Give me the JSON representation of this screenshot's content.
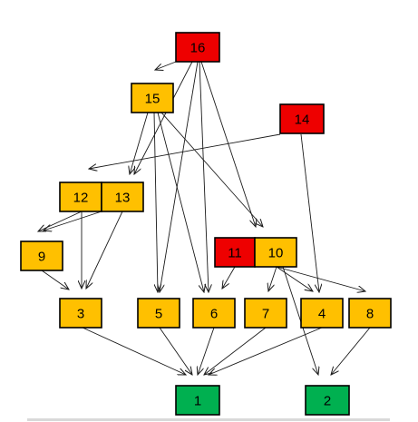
{
  "palette": {
    "red": "#ee0000",
    "amber": "#ffc000",
    "green": "#00b050"
  },
  "nodes": [
    {
      "id": "16",
      "label": "16",
      "color": "red"
    },
    {
      "id": "15",
      "label": "15",
      "color": "amber"
    },
    {
      "id": "14",
      "label": "14",
      "color": "red"
    },
    {
      "id": "12",
      "label": "12",
      "color": "amber"
    },
    {
      "id": "13",
      "label": "13",
      "color": "amber"
    },
    {
      "id": "9",
      "label": "9",
      "color": "amber"
    },
    {
      "id": "11",
      "label": "11",
      "color": "red"
    },
    {
      "id": "10",
      "label": "10",
      "color": "amber"
    },
    {
      "id": "3",
      "label": "3",
      "color": "amber"
    },
    {
      "id": "5",
      "label": "5",
      "color": "amber"
    },
    {
      "id": "6",
      "label": "6",
      "color": "amber"
    },
    {
      "id": "7",
      "label": "7",
      "color": "amber"
    },
    {
      "id": "4",
      "label": "4",
      "color": "amber"
    },
    {
      "id": "8",
      "label": "8",
      "color": "amber"
    },
    {
      "id": "1",
      "label": "1",
      "color": "green"
    },
    {
      "id": "2",
      "label": "2",
      "color": "green"
    }
  ],
  "edges": [
    {
      "from": "16",
      "to": "15"
    },
    {
      "from": "16",
      "to": "13"
    },
    {
      "from": "16",
      "to": "5"
    },
    {
      "from": "16",
      "to": "6"
    },
    {
      "from": "16",
      "to": "10"
    },
    {
      "from": "15",
      "to": "13"
    },
    {
      "from": "15",
      "to": "5"
    },
    {
      "from": "15",
      "to": "6"
    },
    {
      "from": "15",
      "to": "10"
    },
    {
      "from": "14",
      "to": "12"
    },
    {
      "from": "14",
      "to": "4"
    },
    {
      "from": "12",
      "to": "9"
    },
    {
      "from": "12",
      "to": "3"
    },
    {
      "from": "13",
      "to": "9"
    },
    {
      "from": "13",
      "to": "3"
    },
    {
      "from": "9",
      "to": "3"
    },
    {
      "from": "11",
      "to": "6"
    },
    {
      "from": "10",
      "to": "7"
    },
    {
      "from": "10",
      "to": "4"
    },
    {
      "from": "10",
      "to": "8"
    },
    {
      "from": "10",
      "to": "2"
    },
    {
      "from": "3",
      "to": "1"
    },
    {
      "from": "5",
      "to": "1"
    },
    {
      "from": "6",
      "to": "1"
    },
    {
      "from": "7",
      "to": "1"
    },
    {
      "from": "4",
      "to": "1"
    },
    {
      "from": "8",
      "to": "2"
    }
  ]
}
